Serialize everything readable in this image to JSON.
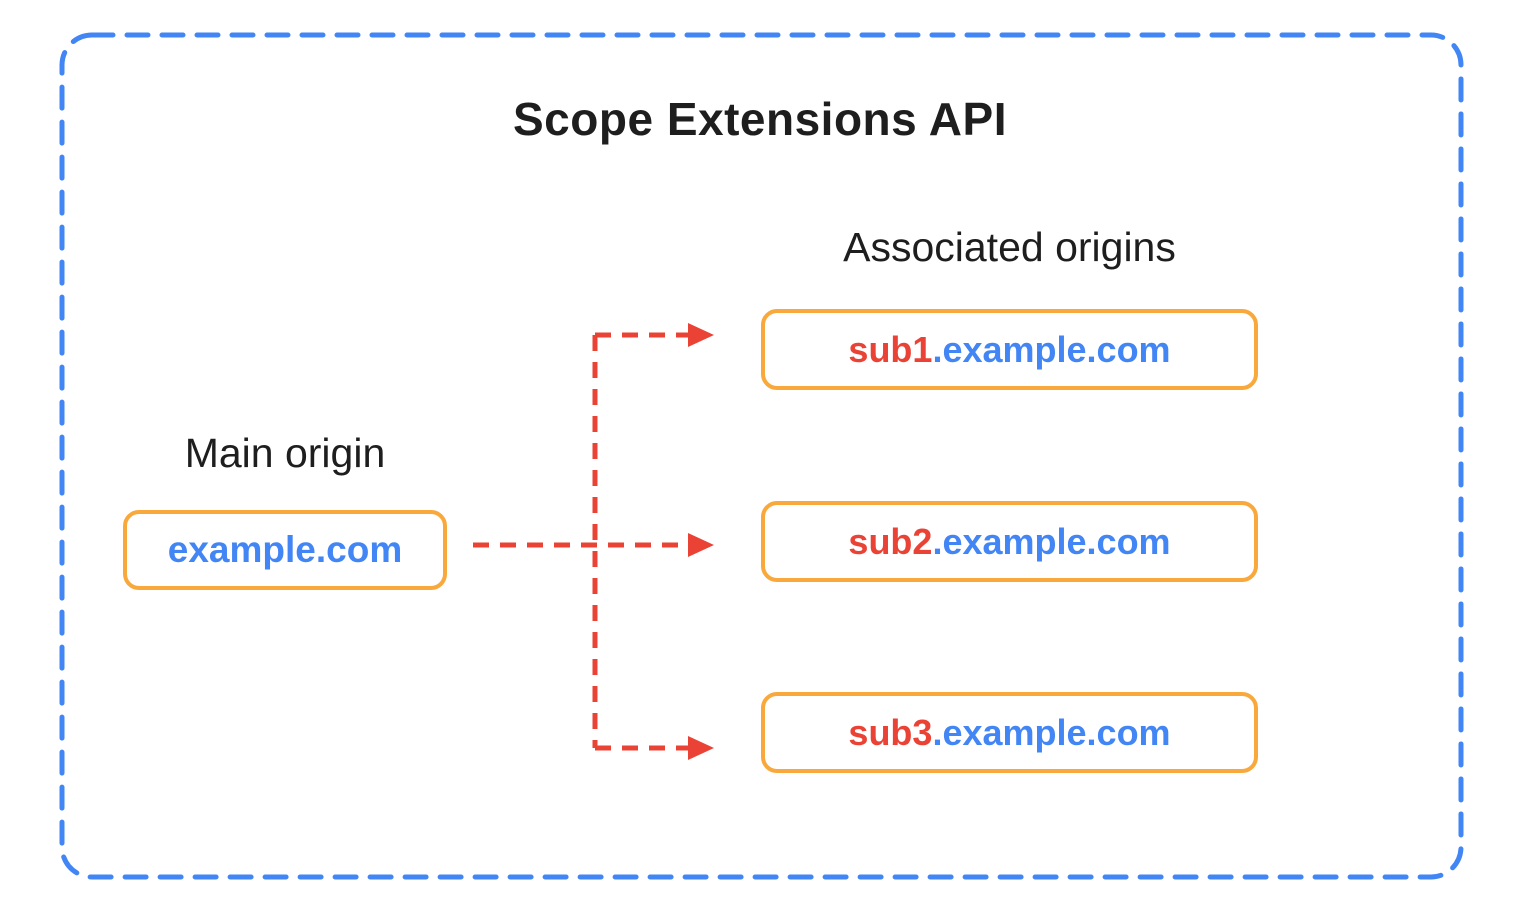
{
  "colors": {
    "background": "#FFFFFF",
    "blue": "#4285F4",
    "red": "#EA4335",
    "orange": "#F9A83C",
    "text": "#1E1E1E"
  },
  "diagram": {
    "title": "Scope Extensions API",
    "main_origin": {
      "label": "Main origin",
      "domain": "example.com"
    },
    "associated_origins": {
      "label": "Associated origins",
      "items": [
        {
          "subdomain": "sub1",
          "domain": ".example.com"
        },
        {
          "subdomain": "sub2",
          "domain": ".example.com"
        },
        {
          "subdomain": "sub3",
          "domain": ".example.com"
        }
      ]
    }
  }
}
